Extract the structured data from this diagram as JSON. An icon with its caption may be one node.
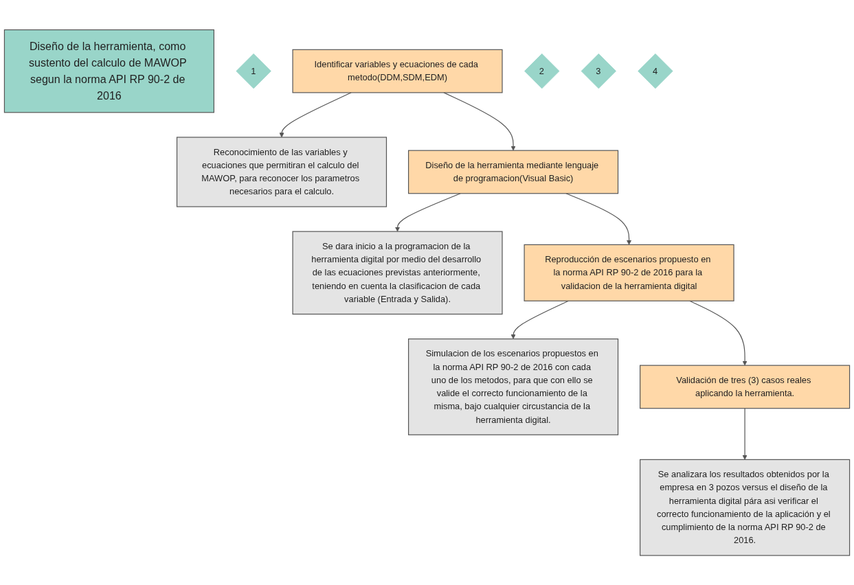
{
  "diagram": {
    "nodes": [
      {
        "text": [
          "Diseño de la herramienta, como sustento del calculo de MAWOP segun la norma API RP 90-2 de 2016"
        ]
      },
      {
        "text": [
          "1"
        ]
      },
      {
        "text": [
          "Identificar variables y ecuaciones de cada metodo(DDM,SDM,EDM)"
        ]
      },
      {
        "text": [
          "Reconocimiento de las variables y ecuaciones que permitiran el calculo del MAWOP, para reconocer los parametros necesarios para el calculo."
        ]
      },
      {
        "text": [
          "2"
        ]
      },
      {
        "text": [
          "Diseño de la herramienta mediante lenguaje de programacion(Visual Basic)"
        ]
      },
      {
        "text": [
          "Se dara inicio a la programacion de la herramienta digital por medio del desarrollo de las ecuaciones previstas anteriormente, teniendo en cuenta la clasificacion de cada variable (Entrada y Salida)."
        ]
      },
      {
        "text": [
          "3"
        ]
      },
      {
        "text": [
          "Reproducción de escenarios propuesto en la norma API RP 90-2 de 2016 para la validacion de la herramienta digital"
        ]
      },
      {
        "text": [
          "Simulacion de los escenarios propuestos en la norma API RP 90-2 de 2016 con cada uno de los metodos, para que con ello se valide el correcto funcionamiento de la misma, bajo cualquier circustancia de la herramienta digital."
        ]
      },
      {
        "text": [
          "4"
        ]
      },
      {
        "text": [
          "Validación de tres (3) casos reales aplicando la herramienta."
        ]
      },
      {
        "text": [
          "Se analizara los resultados obtenidos por la empresa en 3 pozos versus el diseño de la herramienta digital pára asi verificar el correcto funcionamiento de la aplicación y el cumplimiento de la norma API RP 90-2 de 2016."
        ]
      }
    ],
    "edges": [
      {
        "from": 2,
        "to": 3,
        "arrow": "to"
      },
      {
        "from": 2,
        "to": 5,
        "arrow": "to"
      },
      {
        "from": 5,
        "to": 6,
        "arrow": "to"
      },
      {
        "from": 5,
        "to": 8,
        "arrow": "to"
      },
      {
        "from": 8,
        "to": 9,
        "arrow": "to"
      },
      {
        "from": 8,
        "to": 11,
        "arrow": "to"
      },
      {
        "from": 11,
        "to": 12,
        "arrow": "to"
      }
    ]
  }
}
